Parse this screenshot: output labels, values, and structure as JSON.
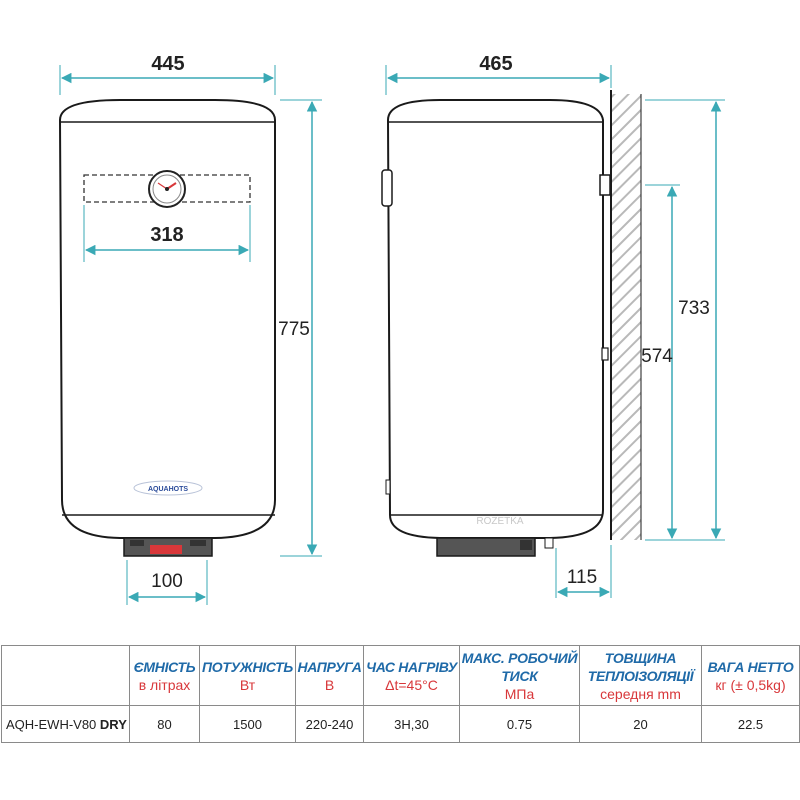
{
  "dimensions": {
    "front_width": "445",
    "panel_width": "318",
    "front_height": "775",
    "bottom_width": "100",
    "side_depth": "465",
    "side_height": "733",
    "mount_height": "574",
    "wall_offset": "115"
  },
  "brand_logo": "AQUAHOTS",
  "watermark": "ROZETKA",
  "colors": {
    "dimension_line": "#3aa9b5",
    "heading": "#1f6aa8",
    "unit": "#d8373a",
    "outline": "#1a1a1a"
  },
  "table": {
    "headers": [
      {
        "title": "",
        "unit": ""
      },
      {
        "title": "ЄМНІСТЬ",
        "unit": "в літрах"
      },
      {
        "title": "ПОТУЖНІСТЬ",
        "unit": "Вт"
      },
      {
        "title": "НАПРУГА",
        "unit": "В"
      },
      {
        "title": "ЧАС НАГРІВУ",
        "unit": "Δt=45°C"
      },
      {
        "title": "МАКС. РОБОЧИЙ ТИСК",
        "unit": "МПа"
      },
      {
        "title": "ТОВЩИНА ТЕПЛОІЗОЛЯЦІЇ",
        "unit": "середня mm"
      },
      {
        "title": "ВАГА НЕТТО",
        "unit": "кг (± 0,5kg)"
      }
    ],
    "row": {
      "model": "AQH-EWH-V80",
      "model_suffix": "DRY",
      "capacity": "80",
      "power": "1500",
      "voltage": "220-240",
      "heating_time": "3Н,30",
      "max_pressure": "0.75",
      "insulation": "20",
      "weight": "22.5"
    }
  }
}
